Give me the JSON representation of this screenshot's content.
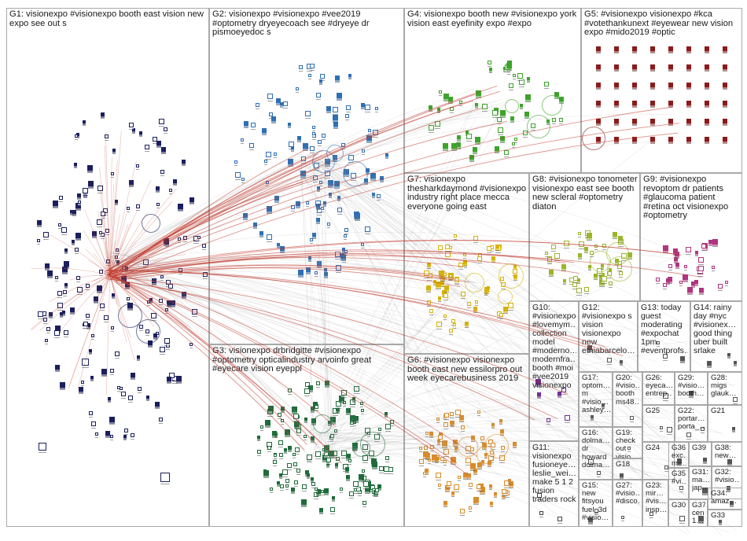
{
  "colors": {
    "red_edge": "#c0392b",
    "gray_edge": "#9a9a9a",
    "border": "#a9a9a9"
  },
  "groups": [
    {
      "id": "G1",
      "label": "G1: visionexpo #visionexpo booth east vision new expo see out s",
      "color": "#1a1f5c",
      "density": 170
    },
    {
      "id": "G2",
      "label": "G2: visionexpo #visionexpo #vee2019 #optometry dryeyecoach see #dryeye dr pismoeyedoc s",
      "color": "#2f6fb3",
      "density": 120
    },
    {
      "id": "G3",
      "label": "G3: visionexpo drbridgitte #visionexpo #optometry opticalindustry arvoinfo great #eyecare vision eyeppl",
      "color": "#1f6b3a",
      "density": 150
    },
    {
      "id": "G4",
      "label": "G4: visionexpo booth new #visionexpo york vision east eyefinity expo #expo",
      "color": "#3ea32b",
      "density": 55
    },
    {
      "id": "G5",
      "label": "G5: #visionexpo visionexpo #kca #votethankunext #eyewear new vision expo #mido2019 #optic",
      "color": "#8b1a1a",
      "density": 48
    },
    {
      "id": "G6",
      "label": "G6: #visionexpo visionexpo booth east new essilorpro out week eyecarebusiness 2019",
      "color": "#d98c2b",
      "density": 85
    },
    {
      "id": "G7",
      "label": "G7: visionexpo thesharkdaymond #visionexpo industry right place mecca everyone going east",
      "color": "#d9b300",
      "density": 60
    },
    {
      "id": "G8",
      "label": "G8: #visionexpo tonometer visionexpo east see booth new scleral #optometry diaton",
      "color": "#9ab52a",
      "density": 45
    },
    {
      "id": "G9",
      "label": "G9: #visionexpo revoptom dr patients #glaucoma patient #retina oct visionexpo #optometry",
      "color": "#b0347e",
      "density": 30
    },
    {
      "id": "G10",
      "label": "G10: #visionexpo #lovemym… collection model #moderno… modernfra… booth #moi #vee2019 visionexpo",
      "color": "#6b2a8f",
      "density": 6
    },
    {
      "id": "G11",
      "label": "G11: visionexpo fusioneye… leslie_wei… make 5 1 2 fusion traders rock",
      "color": "#444444",
      "density": 3
    },
    {
      "id": "G12",
      "label": "G12: #visionexpo s vision visionexpo new etniabarcelo…",
      "color": "#555555",
      "density": 3
    },
    {
      "id": "G13",
      "label": "G13: today guest moderating #expochat 1pm #eventprofs…",
      "color": "#555555",
      "density": 3
    },
    {
      "id": "G14",
      "label": "G14: rainy day #nyc #visionex… good thing uber built srlake",
      "color": "#555555",
      "density": 3
    },
    {
      "id": "G15",
      "label": "G15: new fitsyou fuel_3d #visio…",
      "color": "#555555",
      "density": 2
    },
    {
      "id": "G16",
      "label": "G16: dolma… dr howard dolma…",
      "color": "#555555",
      "density": 2
    },
    {
      "id": "G17",
      "label": "G17: optom… m #visio… ashley…",
      "color": "#555555",
      "density": 2
    },
    {
      "id": "G18",
      "label": "G18",
      "color": "#555555",
      "density": 1
    },
    {
      "id": "G19",
      "label": "G19: check out visio…",
      "color": "#555555",
      "density": 1
    },
    {
      "id": "G20",
      "label": "G20: #visio… booth ms48…",
      "color": "#555555",
      "density": 1
    },
    {
      "id": "G21",
      "label": "G21",
      "color": "#555555",
      "density": 1
    },
    {
      "id": "G22",
      "label": "G22: portar… porta_…",
      "color": "#555555",
      "density": 2
    },
    {
      "id": "G23",
      "label": "G23: mir… #vis… insp…",
      "color": "#555555",
      "density": 1
    },
    {
      "id": "G24",
      "label": "G24",
      "color": "#555555",
      "density": 1
    },
    {
      "id": "G25",
      "label": "G25",
      "color": "#555555",
      "density": 2
    },
    {
      "id": "G26",
      "label": "G26: eyeca… entrep…",
      "color": "#555555",
      "density": 1
    },
    {
      "id": "G27",
      "label": "G27: #visio… #disco…",
      "color": "#555555",
      "density": 1
    },
    {
      "id": "G28",
      "label": "G28: migs glauk…",
      "color": "#555555",
      "density": 1
    },
    {
      "id": "G29",
      "label": "G29: #visio… booth…",
      "color": "#555555",
      "density": 1
    },
    {
      "id": "G30",
      "label": "G30",
      "color": "#555555",
      "density": 1
    },
    {
      "id": "G31",
      "label": "G31: ma… jap…",
      "color": "#555555",
      "density": 1
    },
    {
      "id": "G32",
      "label": "G32: #visio…",
      "color": "#555555",
      "density": 1
    },
    {
      "id": "G33",
      "label": "G33",
      "color": "#555555",
      "density": 1
    },
    {
      "id": "G34",
      "label": "G34: amaz…",
      "color": "#555555",
      "density": 1
    },
    {
      "id": "G35",
      "label": "G35: #vi…",
      "color": "#555555",
      "density": 1
    },
    {
      "id": "G36",
      "label": "G36: exc… me…",
      "color": "#555555",
      "density": 1
    },
    {
      "id": "G37",
      "label": "G37: cen… 1…",
      "color": "#555555",
      "density": 1
    },
    {
      "id": "G38",
      "label": "G38: new…",
      "color": "#555555",
      "density": 1
    },
    {
      "id": "G39",
      "label": "G39",
      "color": "#555555",
      "density": 1
    }
  ]
}
